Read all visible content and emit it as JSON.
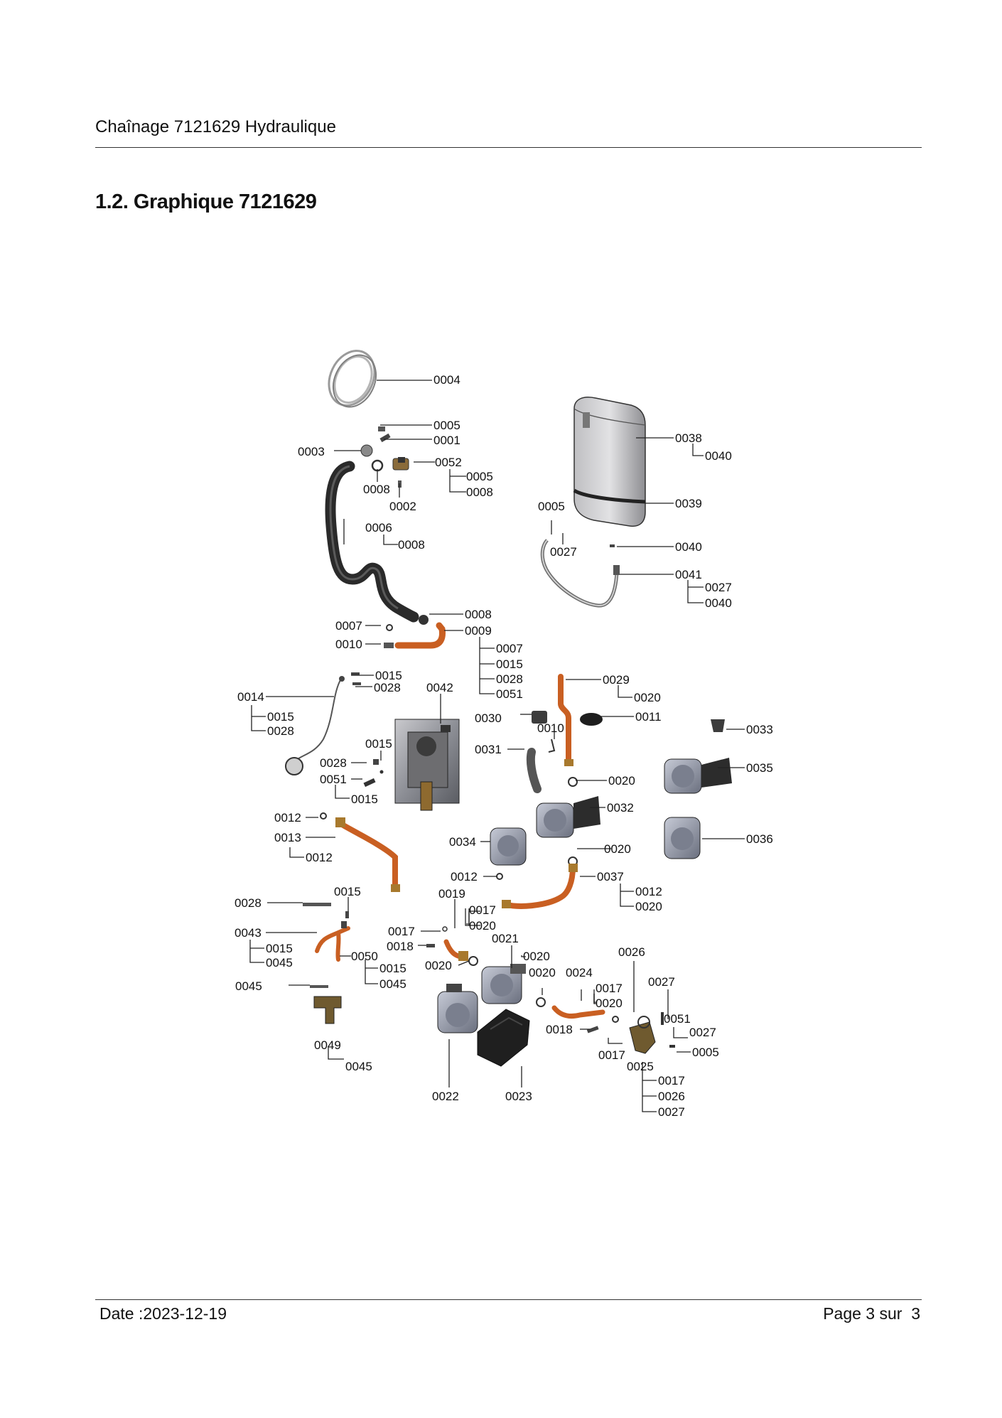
{
  "header": {
    "title": "Chaînage 7121629 Hydraulique"
  },
  "section": {
    "title": "1.2. Graphique 7121629"
  },
  "diagram": {
    "callouts": {
      "c0004": "0004",
      "c0005a": "0005",
      "c0001": "0001",
      "c0003": "0003",
      "c0052": "0052",
      "c0005b": "0005",
      "c0008a": "0008",
      "c0008b": "0008",
      "c0002": "0002",
      "c0006": "0006",
      "c0008c": "0008",
      "c0038": "0038",
      "c0040a": "0040",
      "c0039": "0039",
      "c0005c": "0005",
      "c0027a": "0027",
      "c0040b": "0040",
      "c0041": "0041",
      "c0027b": "0027",
      "c0040c": "0040",
      "c0008d": "0008",
      "c0007a": "0007",
      "c0009": "0009",
      "c0010a": "0010",
      "c0007b": "0007",
      "c0015a": "0015",
      "c0028a": "0028",
      "c0051a": "0051",
      "c0015b": "0015",
      "c0028b": "0028",
      "c0014": "0014",
      "c0015c": "0015",
      "c0028c": "0028",
      "c0042": "0042",
      "c0029": "0029",
      "c0020a": "0020",
      "c0030": "0030",
      "c0011": "0011",
      "c0010b": "0010",
      "c0033": "0033",
      "c0015d": "0015",
      "c0031": "0031",
      "c0028d": "0028",
      "c0051b": "0051",
      "c0015e": "0015",
      "c0020b": "0020",
      "c0035": "0035",
      "c0032": "0032",
      "c0012a": "0012",
      "c0013": "0013",
      "c0012b": "0012",
      "c0034": "0034",
      "c0020c": "0020",
      "c0036": "0036",
      "c0012c": "0012",
      "c0037": "0037",
      "c0019": "0019",
      "c0012d": "0012",
      "c0020d": "0020",
      "c0017a": "0017",
      "c0020e": "0020",
      "c0028e": "0028",
      "c0015f": "0015",
      "c0043": "0043",
      "c0015g": "0015",
      "c0045a": "0045",
      "c0050": "0050",
      "c0015h": "0015",
      "c0045b": "0045",
      "c0017b": "0017",
      "c0018a": "0018",
      "c0021": "0021",
      "c0020f": "0020",
      "c0026a": "0026",
      "c0020g": "0020",
      "c0020h": "0020",
      "c0024": "0024",
      "c0027c": "0027",
      "c0017c": "0017",
      "c0020i": "0020",
      "c0045c": "0045",
      "c0051c": "0051",
      "c0027d": "0027",
      "c0018b": "0018",
      "c0017d": "0017",
      "c0005d": "0005",
      "c0049": "0049",
      "c0045d": "0045",
      "c0025": "0025",
      "c0017e": "0017",
      "c0026b": "0026",
      "c0027e": "0027",
      "c0022": "0022",
      "c0023": "0023"
    }
  },
  "footer": {
    "date": "Date :2023-12-19",
    "page": "Page 3 sur  3"
  }
}
